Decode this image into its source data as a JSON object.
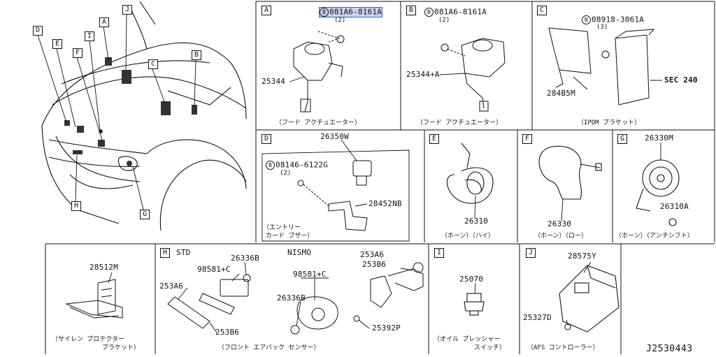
{
  "overview": {
    "markers": [
      "A",
      "B",
      "C",
      "D",
      "E",
      "F",
      "G",
      "H",
      "I",
      "J"
    ]
  },
  "section_a": {
    "label": "A",
    "bolt_symbol": "B",
    "bolt_part": "081A6-8161A",
    "bolt_qty": "(2)",
    "part": "25344",
    "caption": "（フード アクチュエーター）"
  },
  "section_b": {
    "label": "B",
    "bolt_symbol": "B",
    "bolt_part": "081A6-8161A",
    "bolt_qty": "(2)",
    "part": "25344+A",
    "caption": "（フード アクチュエーター）"
  },
  "section_c": {
    "label": "C",
    "nut_symbol": "N",
    "nut_part": "08918-3061A",
    "nut_qty": "(3)",
    "part_bracket": "284B5M",
    "part_sec": "SEC 240",
    "caption": "（IPDM ブラケット）"
  },
  "section_d": {
    "label": "D",
    "part_buzzer": "26350W",
    "bolt_symbol": "B",
    "bolt_part": "08146-6122G",
    "bolt_qty": "(2)",
    "part_bracket": "28452NB",
    "caption_line1": "（エントリー",
    "caption_line2": "カード ブザー）"
  },
  "section_e": {
    "label": "E",
    "part": "26310",
    "caption": "（ホーン）（ハイ）"
  },
  "section_f": {
    "label": "F",
    "part": "26330",
    "caption": "（ホーン）（ロー）"
  },
  "section_g": {
    "label": "G",
    "part_horn": "26330M",
    "part_bracket": "26310A",
    "caption": "（ホーン）（アンチシフト）"
  },
  "section_siren": {
    "part": "28512M",
    "caption_line1": "（サイレン プロテクター",
    "caption_line2": "ブラケット）"
  },
  "section_h": {
    "label": "H",
    "std_label": "STD",
    "nismo_label": "NISMO",
    "std_parts": [
      "26336B",
      "98581+C",
      "253A6",
      "253B6"
    ],
    "nismo_parts": [
      "253A6",
      "253B6",
      "98581+C",
      "26336B",
      "25392P"
    ],
    "caption": "（フロント エアバック センサー）"
  },
  "section_i": {
    "label": "I",
    "part": "25070",
    "caption_line1": "（オイル プレッシャー",
    "caption_line2": "スイッチ）"
  },
  "section_j": {
    "label": "J",
    "part_controller": "28575Y",
    "part_bolt": "25327D",
    "caption": "（AFS コントローラー）"
  },
  "diagram_code": "J2530443"
}
